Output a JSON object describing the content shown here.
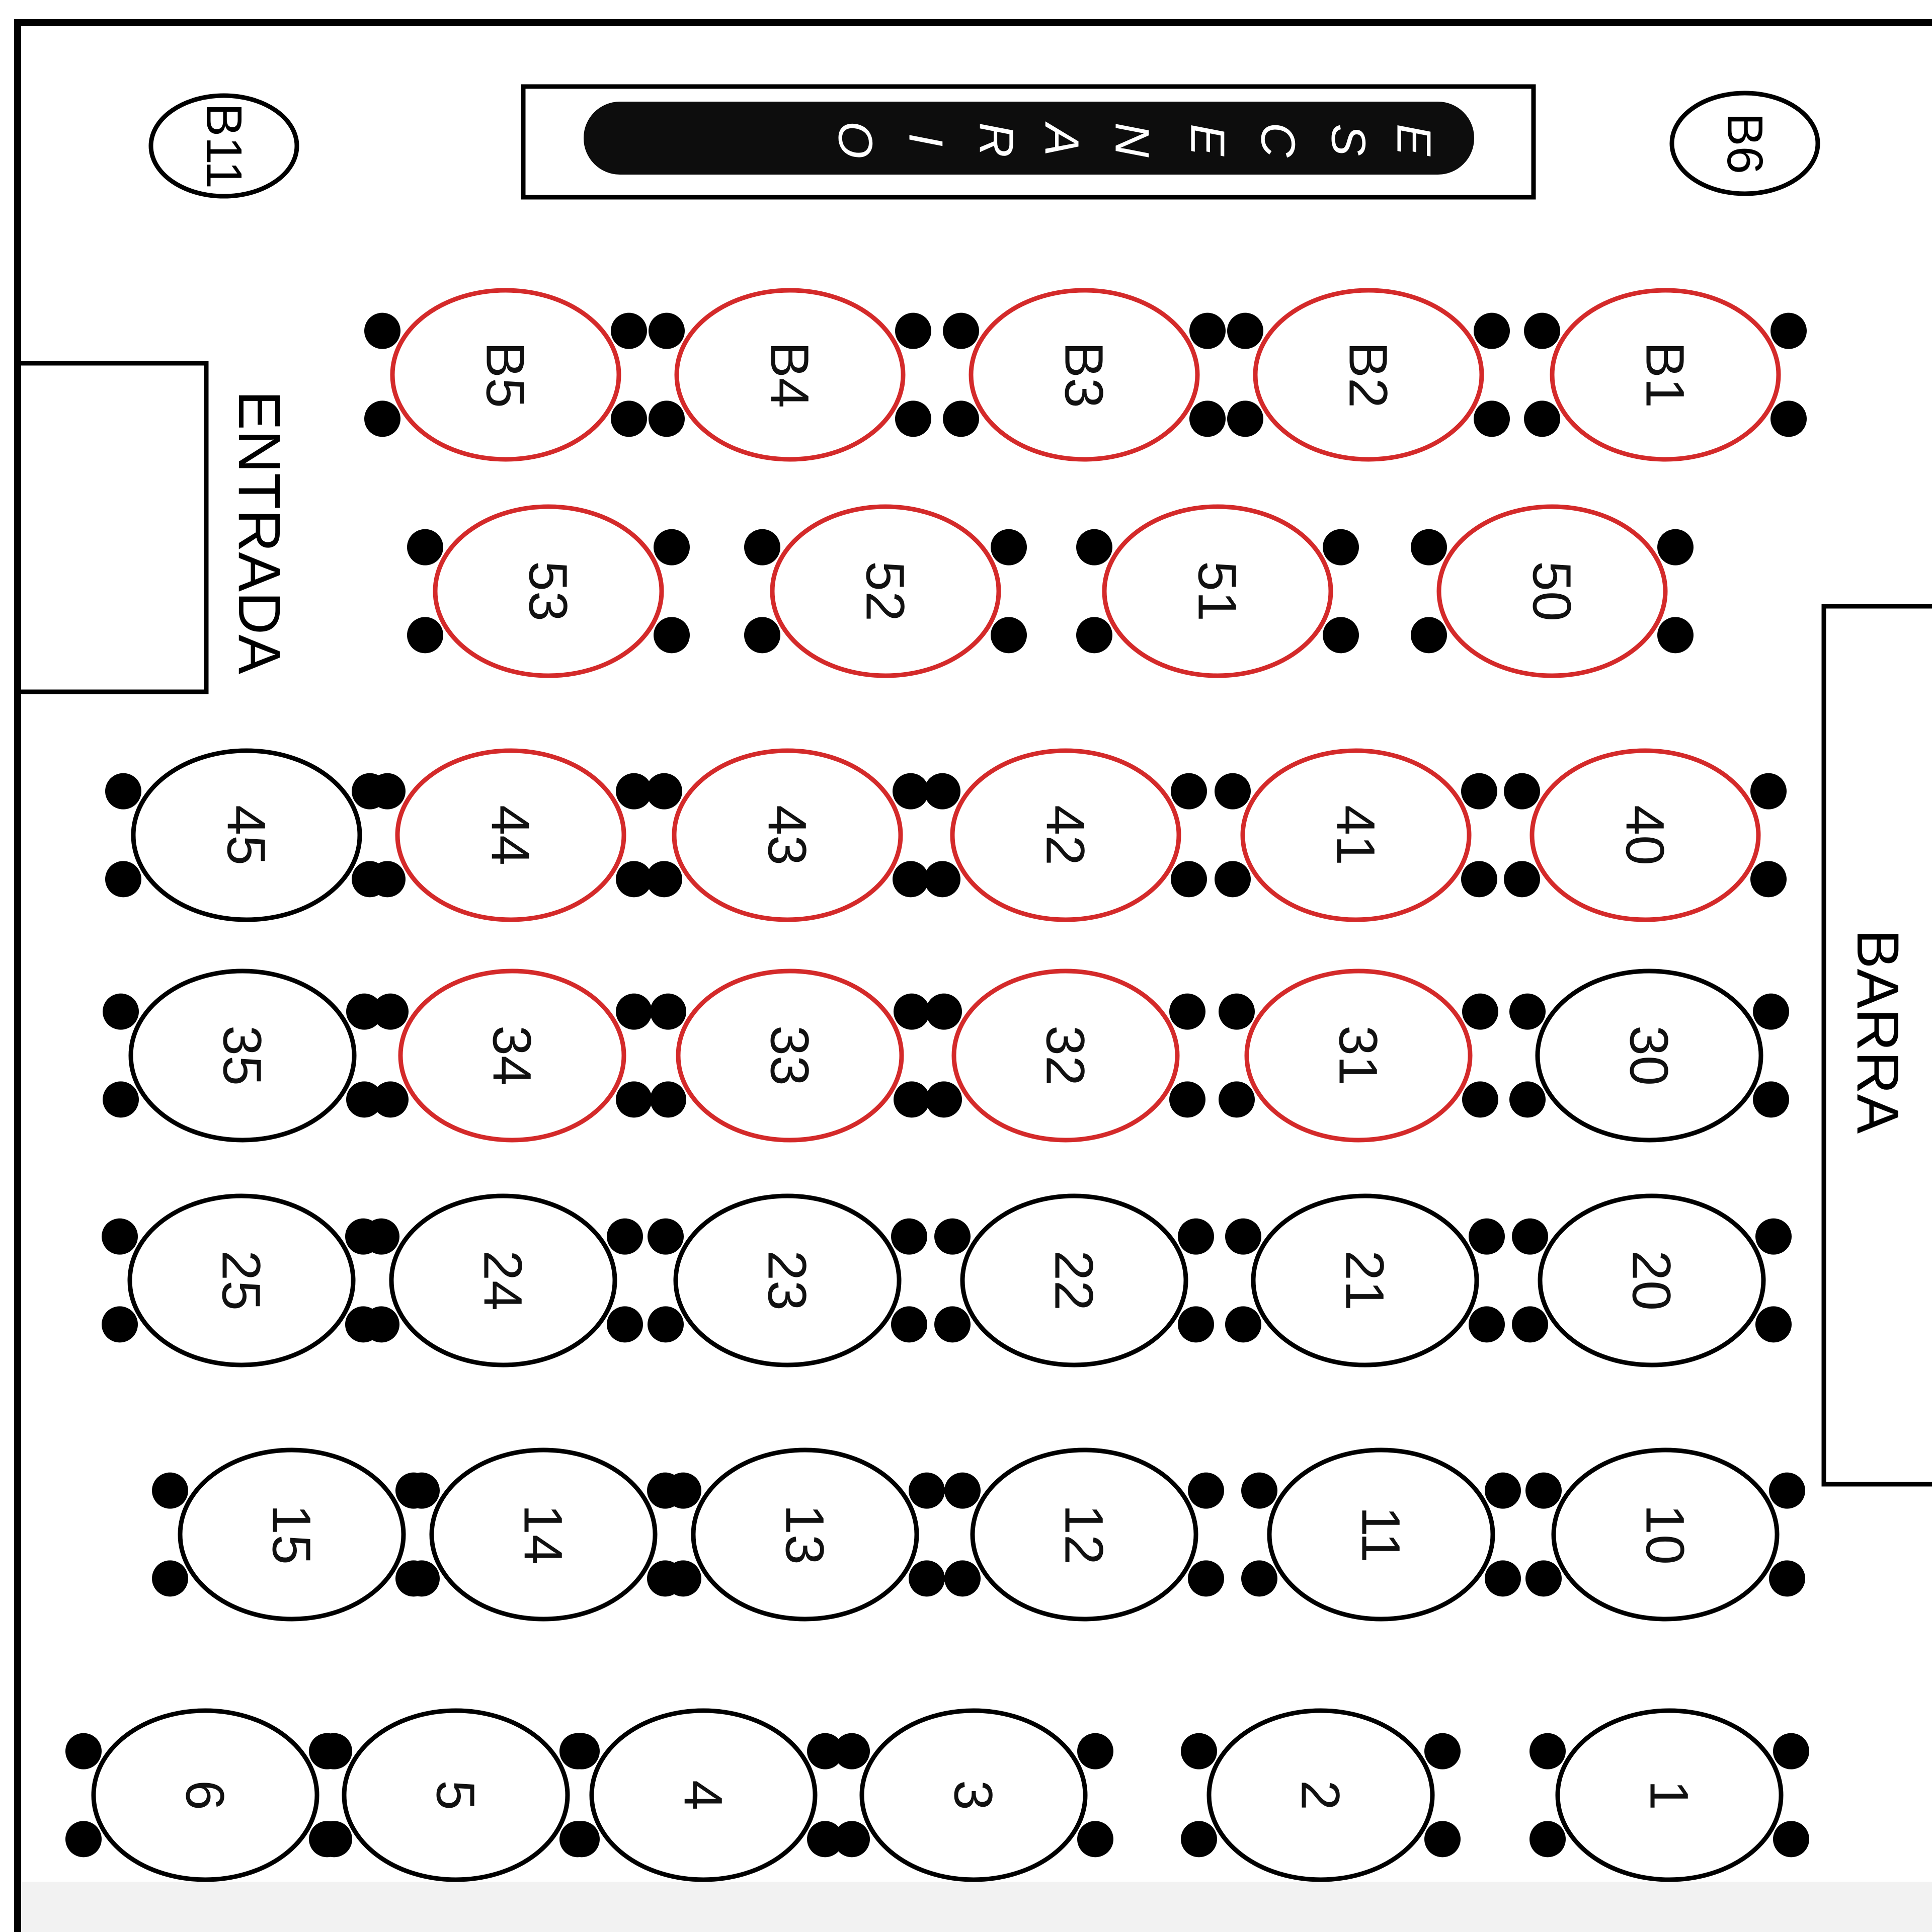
{
  "stage": {
    "letters": [
      "E",
      "S",
      "C",
      "E",
      "N",
      "A",
      "R",
      "I",
      "O"
    ]
  },
  "corner_labels": {
    "top_left": "B11",
    "top_right": "B6"
  },
  "entrance_label": "ENTRADA",
  "bar_label": "BARRA",
  "colors": {
    "reserved": "#d42a2a",
    "available": "#000000",
    "chair": "#000000",
    "stage_bg": "#0d0d0d",
    "stage_text": "#ffffff",
    "wall": "#000000"
  },
  "rows": [
    {
      "tables": [
        {
          "label": "B5",
          "reserved": true
        },
        {
          "label": "B4",
          "reserved": true
        },
        {
          "label": "B3",
          "reserved": true
        },
        {
          "label": "B2",
          "reserved": true
        },
        {
          "label": "B1",
          "reserved": true
        }
      ]
    },
    {
      "tables": [
        {
          "label": "53",
          "reserved": true
        },
        {
          "label": "52",
          "reserved": true
        },
        {
          "label": "51",
          "reserved": true
        },
        {
          "label": "50",
          "reserved": true
        }
      ]
    },
    {
      "tables": [
        {
          "label": "45",
          "reserved": false
        },
        {
          "label": "44",
          "reserved": true
        },
        {
          "label": "43",
          "reserved": true
        },
        {
          "label": "42",
          "reserved": true
        },
        {
          "label": "41",
          "reserved": true
        },
        {
          "label": "40",
          "reserved": true
        }
      ]
    },
    {
      "tables": [
        {
          "label": "35",
          "reserved": false
        },
        {
          "label": "34",
          "reserved": true
        },
        {
          "label": "33",
          "reserved": true
        },
        {
          "label": "32",
          "reserved": true
        },
        {
          "label": "31",
          "reserved": true
        },
        {
          "label": "30",
          "reserved": false
        }
      ]
    },
    {
      "tables": [
        {
          "label": "25",
          "reserved": false
        },
        {
          "label": "24",
          "reserved": false
        },
        {
          "label": "23",
          "reserved": false
        },
        {
          "label": "22",
          "reserved": false
        },
        {
          "label": "21",
          "reserved": false
        },
        {
          "label": "20",
          "reserved": false
        }
      ]
    },
    {
      "tables": [
        {
          "label": "15",
          "reserved": false
        },
        {
          "label": "14",
          "reserved": false
        },
        {
          "label": "13",
          "reserved": false
        },
        {
          "label": "12",
          "reserved": false
        },
        {
          "label": "11",
          "reserved": false
        },
        {
          "label": "10",
          "reserved": false
        }
      ]
    },
    {
      "tables": [
        {
          "label": "6",
          "reserved": false
        },
        {
          "label": "5",
          "reserved": false
        },
        {
          "label": "4",
          "reserved": false
        },
        {
          "label": "3",
          "reserved": false
        },
        {
          "label": "2",
          "reserved": false
        },
        {
          "label": "1",
          "reserved": false
        }
      ]
    }
  ]
}
